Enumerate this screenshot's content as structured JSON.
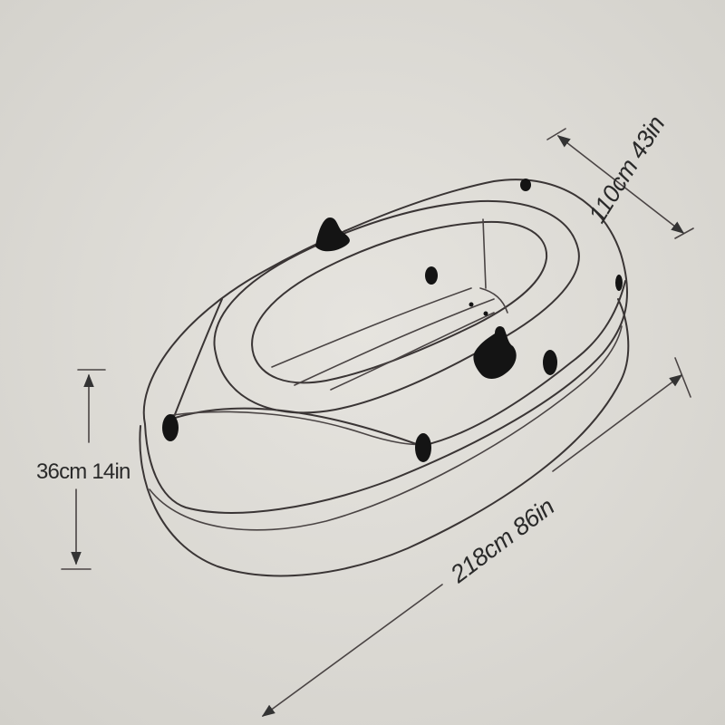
{
  "dimensions": {
    "width_label": "110cm 43in",
    "height_label": "36cm 14in",
    "length_label": "218cm 86in"
  }
}
